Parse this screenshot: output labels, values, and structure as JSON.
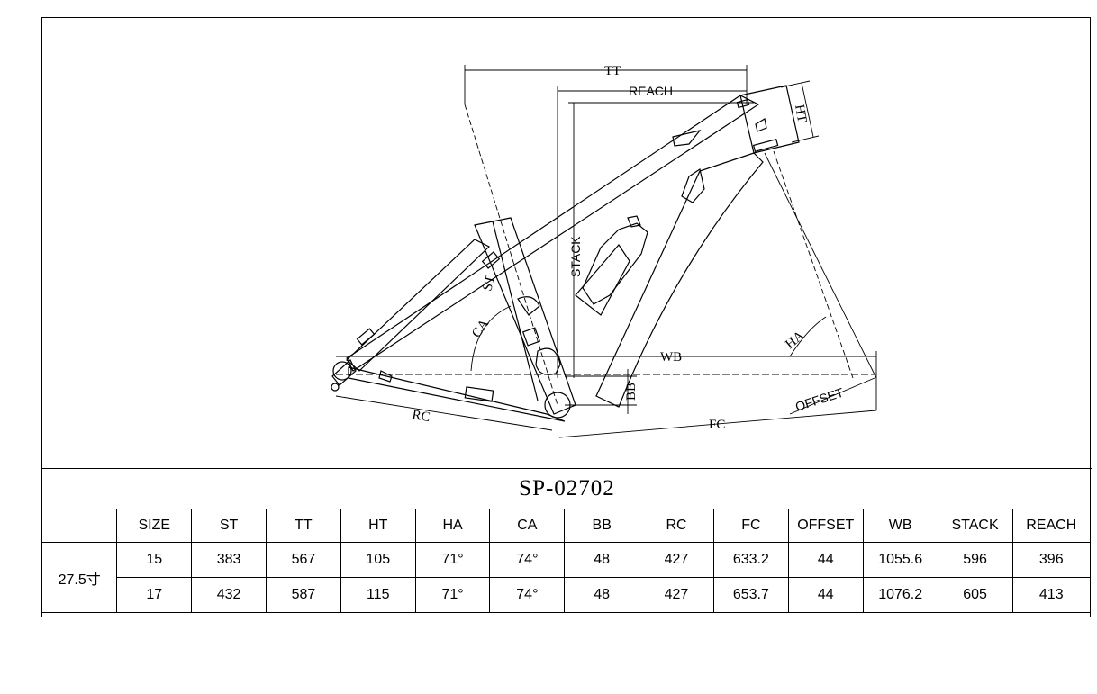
{
  "model": "SP-02702",
  "diagram_labels": {
    "tt": "TT",
    "reach": "REACH",
    "ht": "HT",
    "stack": "STACK",
    "st": "ST",
    "ca": "CA",
    "wb": "WB",
    "ha": "HA",
    "bb": "BB",
    "rc": "RC",
    "fc": "FC",
    "offset": "OFFSET"
  },
  "table": {
    "columns": [
      "",
      "SIZE",
      "ST",
      "TT",
      "HT",
      "HA",
      "CA",
      "BB",
      "RC",
      "FC",
      "OFFSET",
      "WB",
      "STACK",
      "REACH"
    ],
    "group_label": "27.5寸",
    "rows": [
      [
        "15",
        "383",
        "567",
        "105",
        "71°",
        "74°",
        "48",
        "427",
        "633.2",
        "44",
        "1055.6",
        "596",
        "396"
      ],
      [
        "17",
        "432",
        "587",
        "115",
        "71°",
        "74°",
        "48",
        "427",
        "653.7",
        "44",
        "1076.2",
        "605",
        "413"
      ]
    ]
  },
  "colors": {
    "line": "#000000",
    "background": "#ffffff"
  }
}
